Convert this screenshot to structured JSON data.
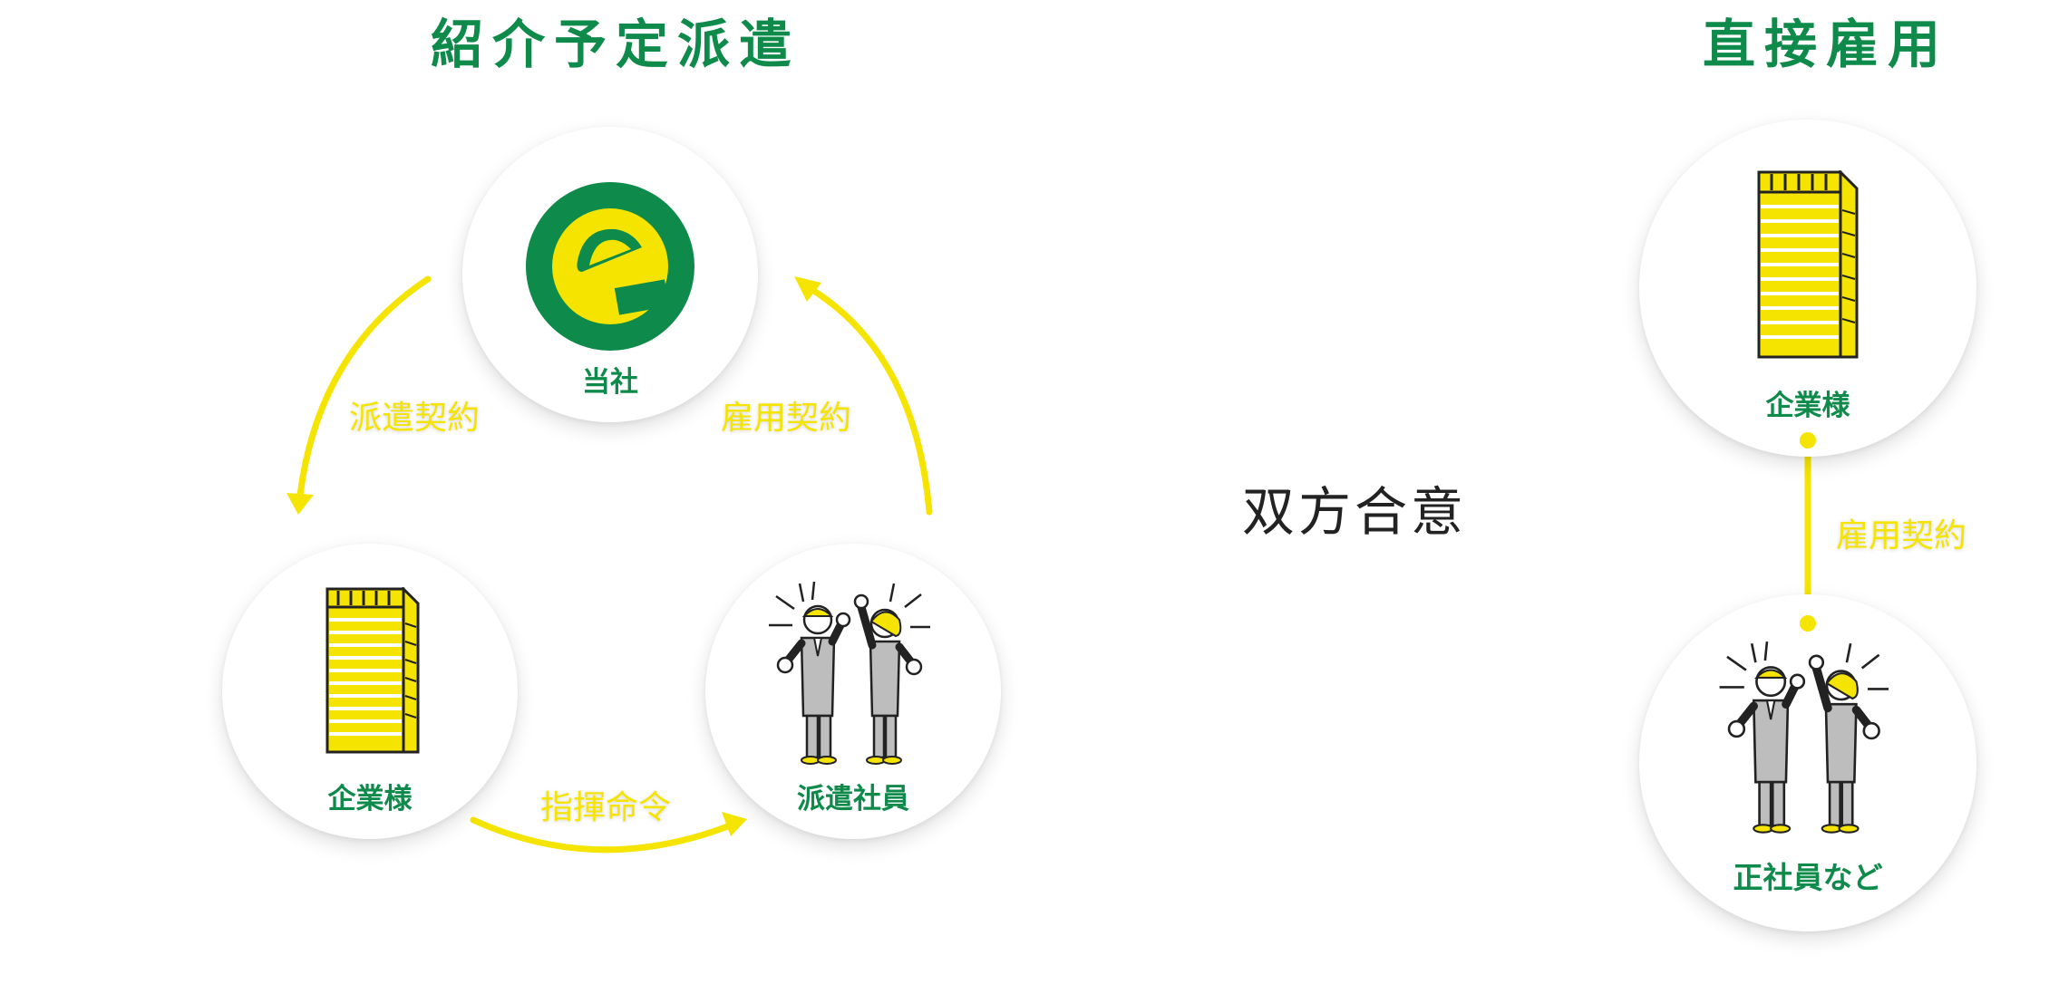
{
  "colors": {
    "green": "#0e8a4a",
    "yellow": "#f5e400",
    "text": "#222222"
  },
  "left": {
    "title": "紹介予定派遣",
    "nodes": {
      "company_self": {
        "label": "当社",
        "icon": "logo-e-icon"
      },
      "client": {
        "label": "企業様",
        "icon": "building-icon"
      },
      "staff": {
        "label": "派遣社員",
        "icon": "cheering-workers-icon"
      }
    },
    "arrows": {
      "dispatch_contract": "派遣契約",
      "employment_contract": "雇用契約",
      "command": "指揮命令"
    }
  },
  "center": {
    "label": "双方合意"
  },
  "right": {
    "title": "直接雇用",
    "nodes": {
      "client": {
        "label": "企業様",
        "icon": "building-icon"
      },
      "employee": {
        "label": "正社員など",
        "icon": "cheering-workers-icon"
      }
    },
    "link_label": "雇用契約"
  }
}
